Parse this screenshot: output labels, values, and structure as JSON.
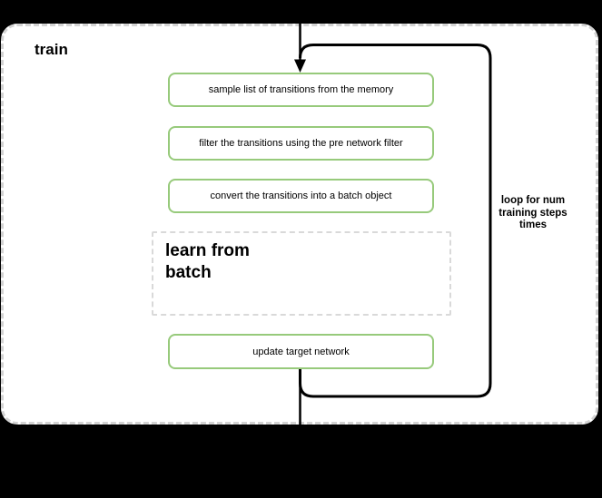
{
  "diagram": {
    "title": "train",
    "steps": [
      "sample list of transitions from the memory",
      "filter the transitions using the pre network filter",
      "convert the transitions into a batch object"
    ],
    "learn_box_label": "learn from\nbatch",
    "update_step_label": "update target network",
    "loop_label": "loop for num\ntraining steps\ntimes",
    "colors": {
      "background": "#000000",
      "container_fill": "#ffffff",
      "container_border": "#d3d3d3",
      "step_border": "#97ca7b",
      "learn_box_border": "#d9d9d9",
      "line": "#000000",
      "text": "#000000"
    }
  }
}
